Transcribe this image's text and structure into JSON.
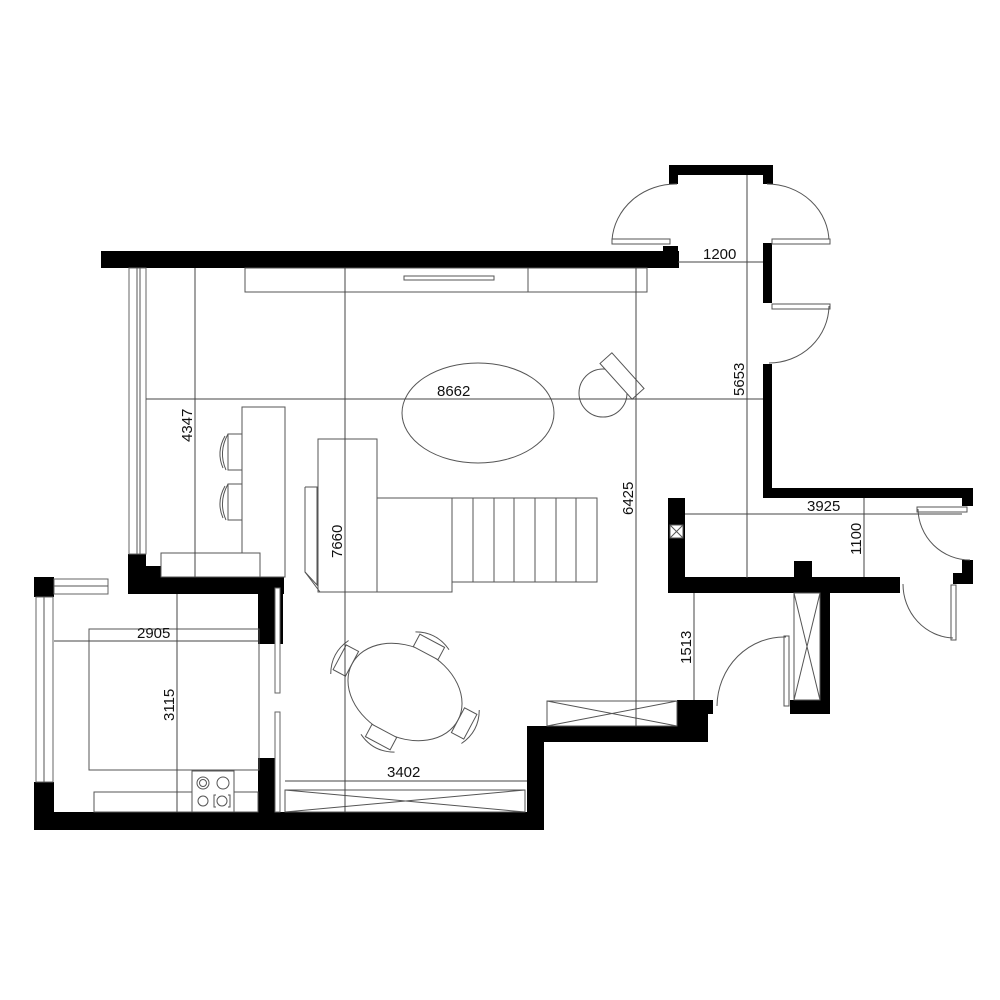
{
  "drawing": {
    "type": "floor-plan",
    "units": "mm",
    "colors": {
      "walls": "#000000",
      "lines": "#555555",
      "background": "#ffffff"
    }
  },
  "dimensions": {
    "d1200": "1200",
    "d5653": "5653",
    "d8662": "8662",
    "d4347": "4347",
    "d7660": "7660",
    "d6425": "6425",
    "d3925": "3925",
    "d1100": "1100",
    "d1513": "1513",
    "d2905": "2905",
    "d3115": "3115",
    "d3402": "3402"
  },
  "fixtures": {
    "living": [
      "tv-cabinet",
      "oval-rug",
      "armchair",
      "bar-counter",
      "bar-stools",
      "sectional-sofa",
      "staircase"
    ],
    "dining": [
      "oval-dining-table",
      "dining-chairs"
    ],
    "kitchen": [
      "kitchen-island",
      "cooktop",
      "counter"
    ],
    "storage": [
      "wardrobe-cabinets"
    ]
  }
}
